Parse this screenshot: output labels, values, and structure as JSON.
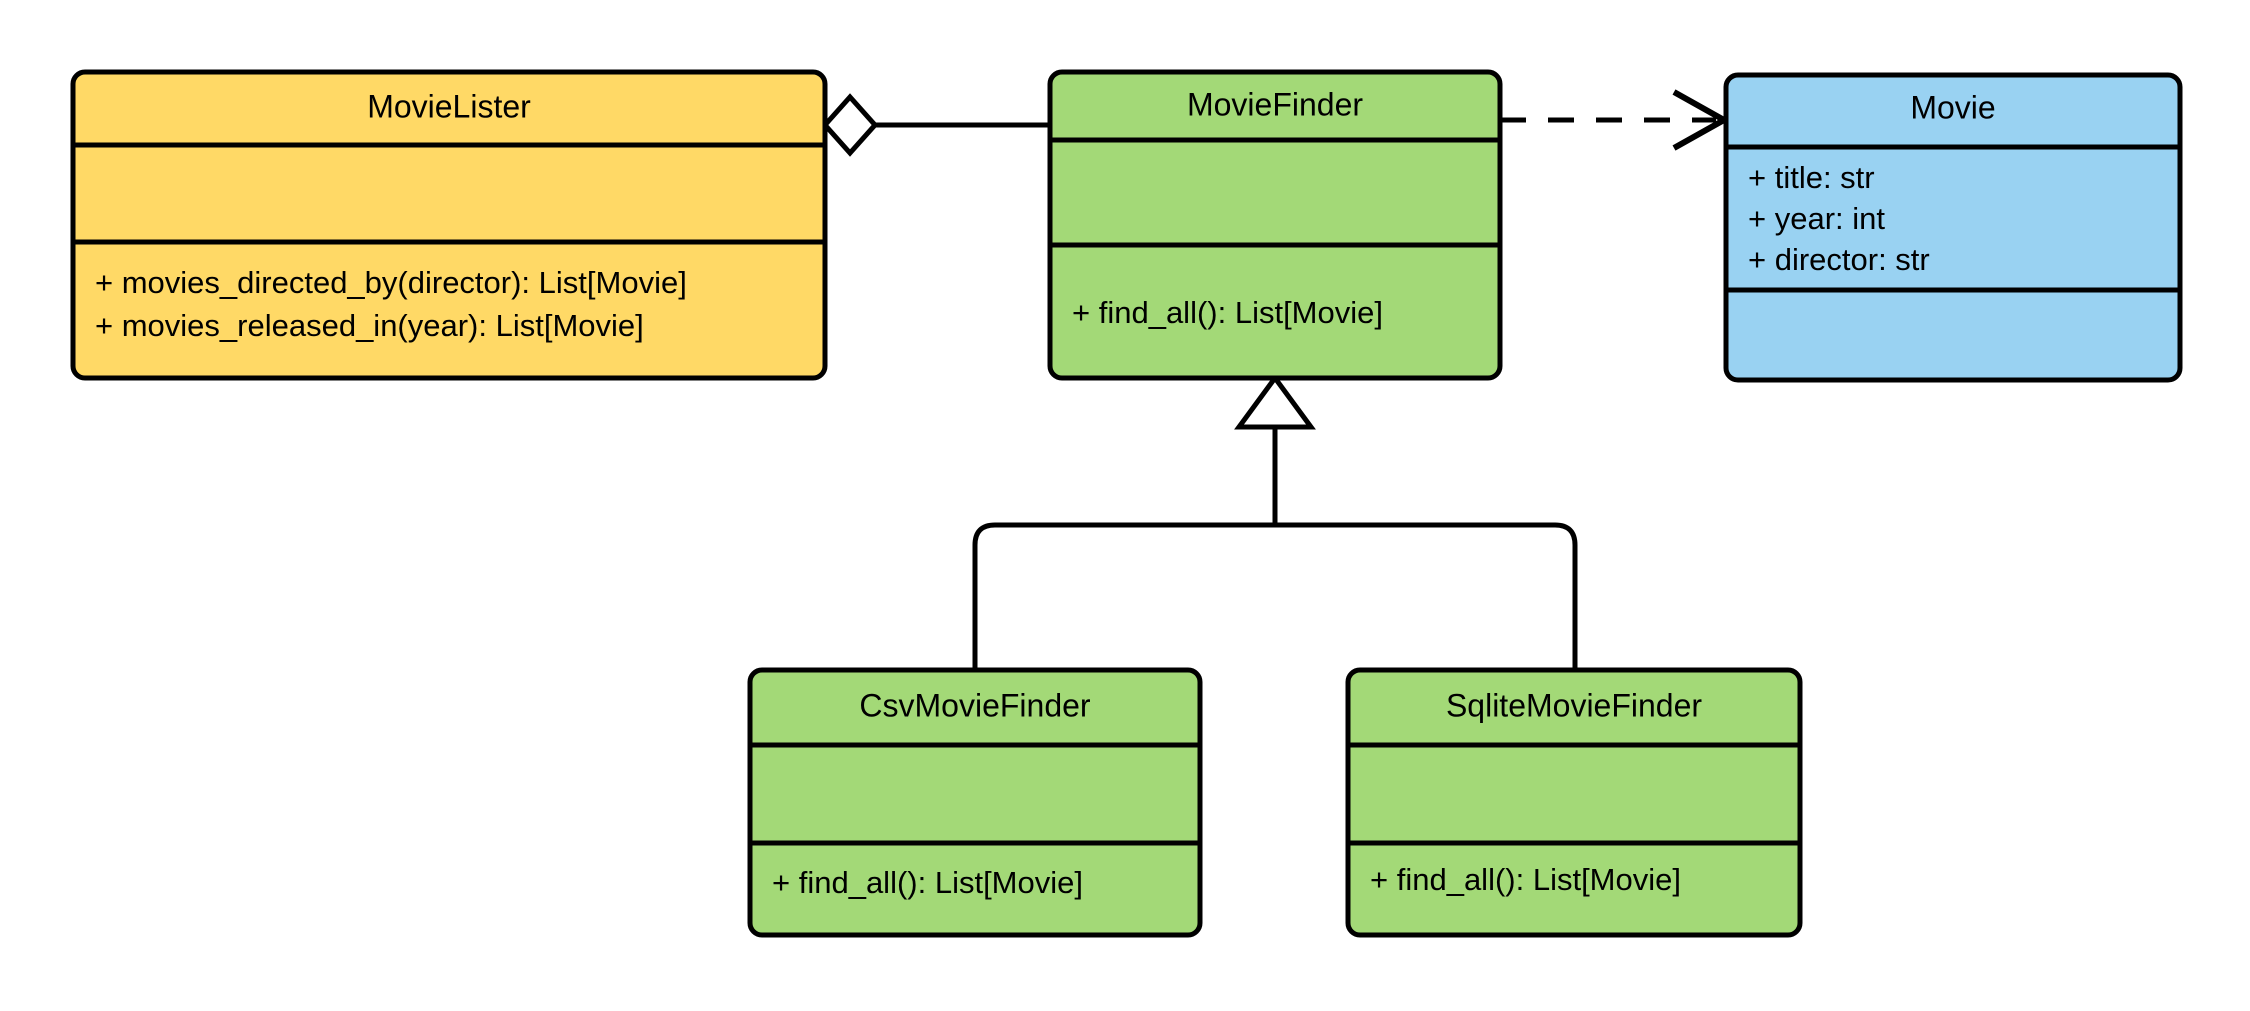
{
  "diagram": {
    "kind": "uml-class-diagram",
    "background": "#ffffff",
    "line_color": "#000000",
    "colors": {
      "client_yellow": "#FFD966",
      "finder_green": "#A3D977",
      "model_blue": "#99D2F2",
      "marker_fill": "#FFFFFF"
    }
  },
  "classes": {
    "movie_lister": {
      "name": "MovieLister",
      "fill": "#FFD966",
      "attributes": [],
      "methods": [
        "+ movies_directed_by(director): List[Movie]",
        "+ movies_released_in(year): List[Movie]"
      ]
    },
    "movie_finder": {
      "name": "MovieFinder",
      "fill": "#A3D977",
      "attributes": [],
      "methods": [
        "+ find_all(): List[Movie]"
      ]
    },
    "movie": {
      "name": "Movie",
      "fill": "#99D2F2",
      "attributes": [
        "+ title: str",
        "+ year: int",
        "+ director: str"
      ],
      "methods": []
    },
    "csv_movie_finder": {
      "name": "CsvMovieFinder",
      "fill": "#A3D977",
      "attributes": [],
      "methods": [
        "+ find_all(): List[Movie]"
      ]
    },
    "sqlite_movie_finder": {
      "name": "SqliteMovieFinder",
      "fill": "#A3D977",
      "attributes": [],
      "methods": [
        "+ find_all(): List[Movie]"
      ]
    }
  },
  "relationships": [
    {
      "id": "aggregation-lister-finder",
      "type": "aggregation",
      "source": "MovieLister",
      "target": "MovieFinder",
      "marker": "hollow-diamond",
      "line_style": "solid"
    },
    {
      "id": "dependency-finder-movie",
      "type": "dependency",
      "source": "MovieFinder",
      "target": "Movie",
      "marker": "open-arrow",
      "line_style": "dashed"
    },
    {
      "id": "generalization-csv-finder",
      "type": "generalization",
      "source": "CsvMovieFinder",
      "target": "MovieFinder",
      "marker": "hollow-triangle",
      "line_style": "solid"
    },
    {
      "id": "generalization-sqlite-finder",
      "type": "generalization",
      "source": "SqliteMovieFinder",
      "target": "MovieFinder",
      "marker": "hollow-triangle",
      "line_style": "solid"
    }
  ]
}
